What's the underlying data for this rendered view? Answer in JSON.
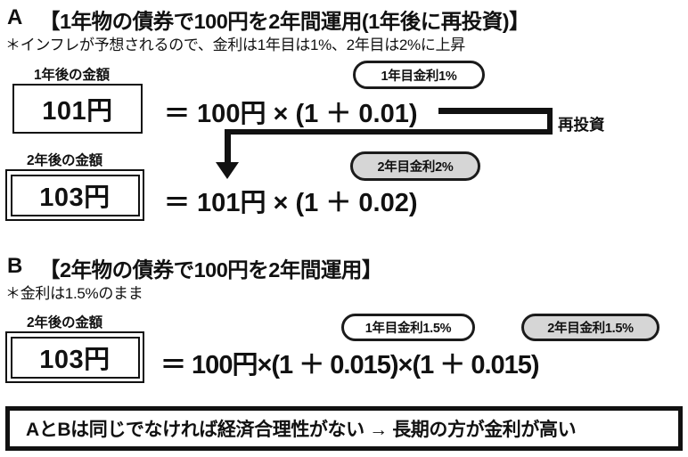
{
  "section_a": {
    "letter": "A",
    "title": "【1年物の債券で100円を2年間運用(1年後に再投資)】",
    "note": "＊インフレが予想されるので、金利は1年目は1%、2年目は2%に上昇",
    "row1": {
      "caption": "1年後の金額",
      "amount": "101円",
      "formula": "＝ 100円 × (1 ＋ 0.01)",
      "badge": "1年目金利1%"
    },
    "row2": {
      "caption": "2年後の金額",
      "amount": "103円",
      "formula": "＝ 101円 × (1 ＋ 0.02)",
      "badge": "2年目金利2%"
    },
    "connector_label": "再投資"
  },
  "section_b": {
    "letter": "B",
    "title": "【2年物の債券で100円を2年間運用】",
    "note": "＊金利は1.5%のまま",
    "row1": {
      "caption": "2年後の金額",
      "amount": "103円",
      "formula": "＝ 100円×(1 ＋ 0.015)×(1 ＋ 0.015)",
      "badge_first": "1年目金利1.5%",
      "badge_second": "2年目金利1.5%"
    }
  },
  "conclusion": {
    "text": "AとBは同じでなければ経済合理性がない → 長期の方が金利が高い"
  },
  "colors": {
    "ink": "#111111",
    "badge_white": "#ffffff",
    "badge_gray": "#d6d6d6",
    "background": "#ffffff"
  }
}
